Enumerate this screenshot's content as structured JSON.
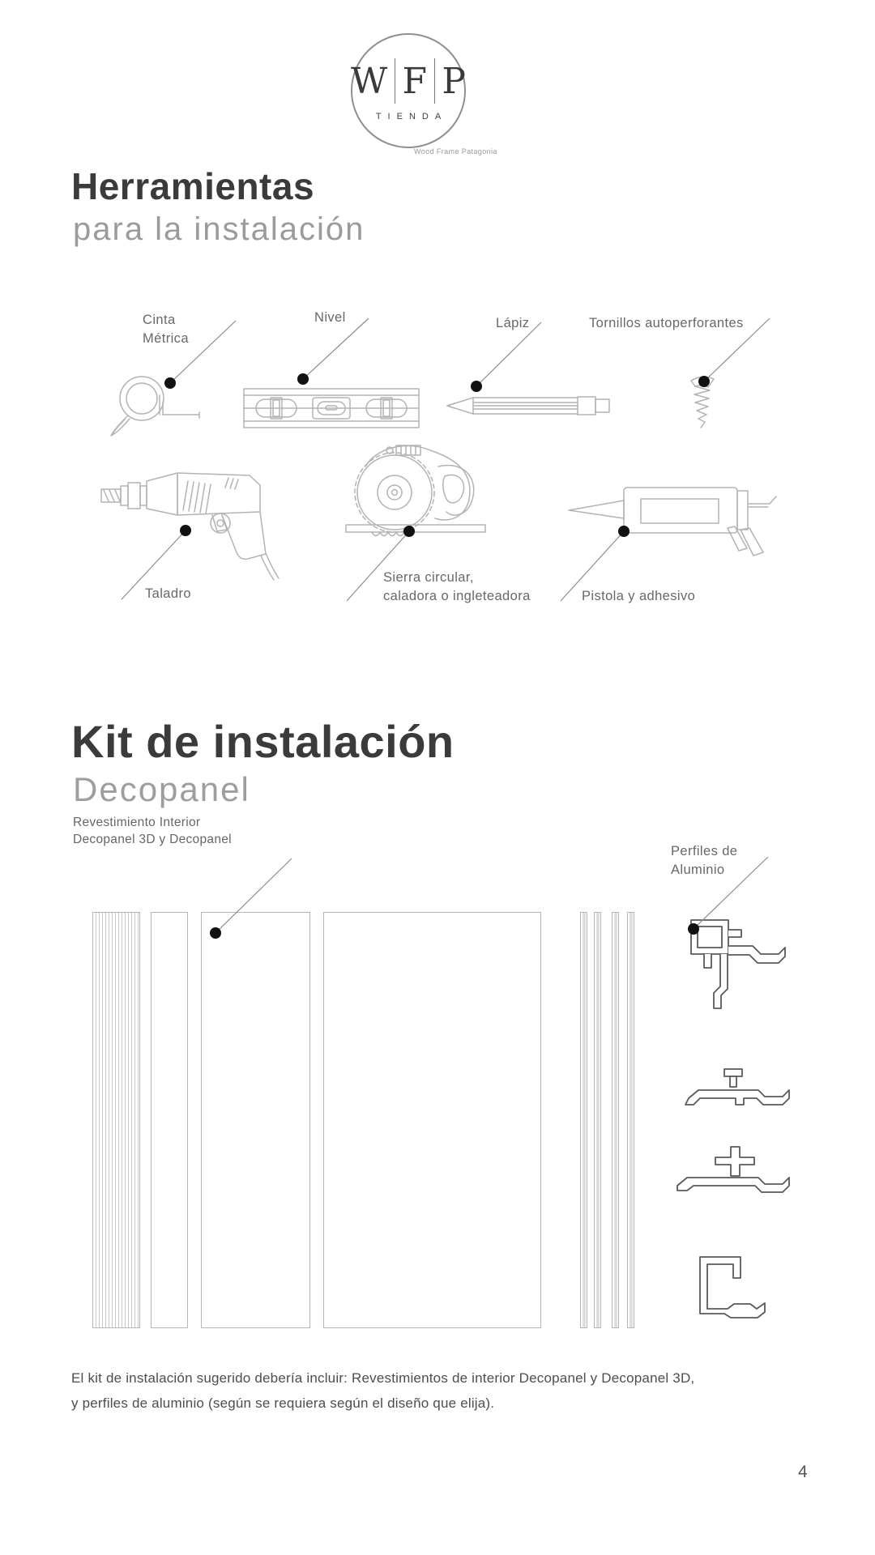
{
  "page": {
    "number": "4"
  },
  "logo": {
    "letter_w": "W",
    "letter_f": "F",
    "letter_p": "P",
    "word": "TIENDA",
    "tagline": "Wood Frame Patagonia"
  },
  "tools": {
    "title": "Herramientas",
    "subtitle": "para la instalación",
    "labels": {
      "cinta_line1": "Cinta",
      "cinta_line2": "Métrica",
      "nivel": "Nivel",
      "lapiz": "Lápiz",
      "tornillos": "Tornillos autoperforantes",
      "taladro": "Taladro",
      "sierra_line1": "Sierra circular,",
      "sierra_line2": "caladora o ingleteadora",
      "pistola": "Pistola y adhesivo"
    }
  },
  "kit": {
    "title": "Kit de instalación",
    "subtitle": "Decopanel",
    "desc_line1": "Revestimiento Interior",
    "desc_line2": "Decopanel 3D y Decopanel",
    "perfiles_line1": "Perfiles de",
    "perfiles_line2": "Aluminio",
    "footer_line1": "El kit de instalación sugerido debería incluir: Revestimientos de interior Decopanel y Decopanel 3D,",
    "footer_line2": "y perfiles de aluminio (según se requiera según el diseño que elija)."
  },
  "colors": {
    "heading": "#3b3b3d",
    "subheading": "#9b9b9b",
    "label": "#686868",
    "line_art": "#b3b3b3",
    "profile_stroke": "#5a5a5a",
    "leader_line": "#8c8c8c",
    "dot": "#111111",
    "panel_border": "#b5b5b5",
    "background": "#ffffff"
  }
}
